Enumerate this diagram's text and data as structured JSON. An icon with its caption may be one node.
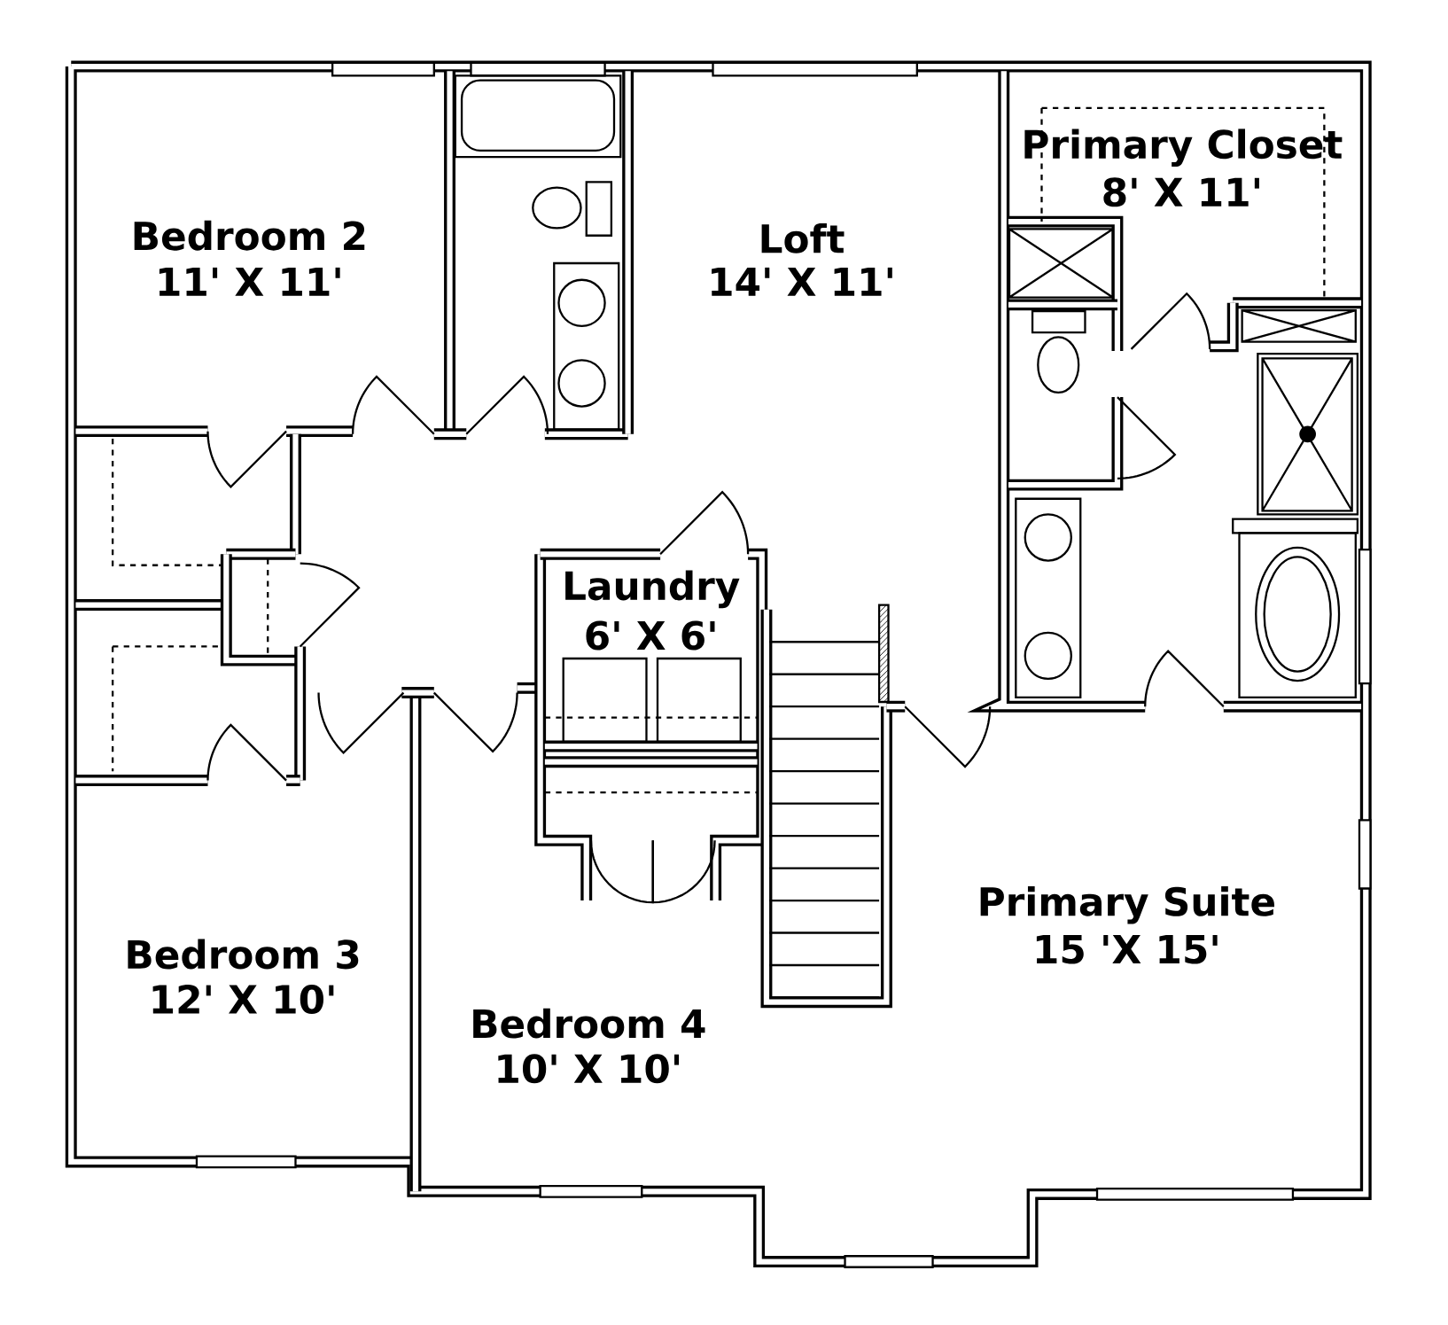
{
  "diagram": {
    "labels": [
      "Bedroom 2",
      "11' X 11'",
      "Loft",
      "14' X 11'",
      "Primary Closet",
      "8' X 11'",
      "Laundry",
      "6' X 6'",
      "Bedroom 3",
      "12' X 10'",
      "Bedroom 4",
      "10' X 10'",
      "Primary Suite",
      "15 'X 15'"
    ]
  }
}
